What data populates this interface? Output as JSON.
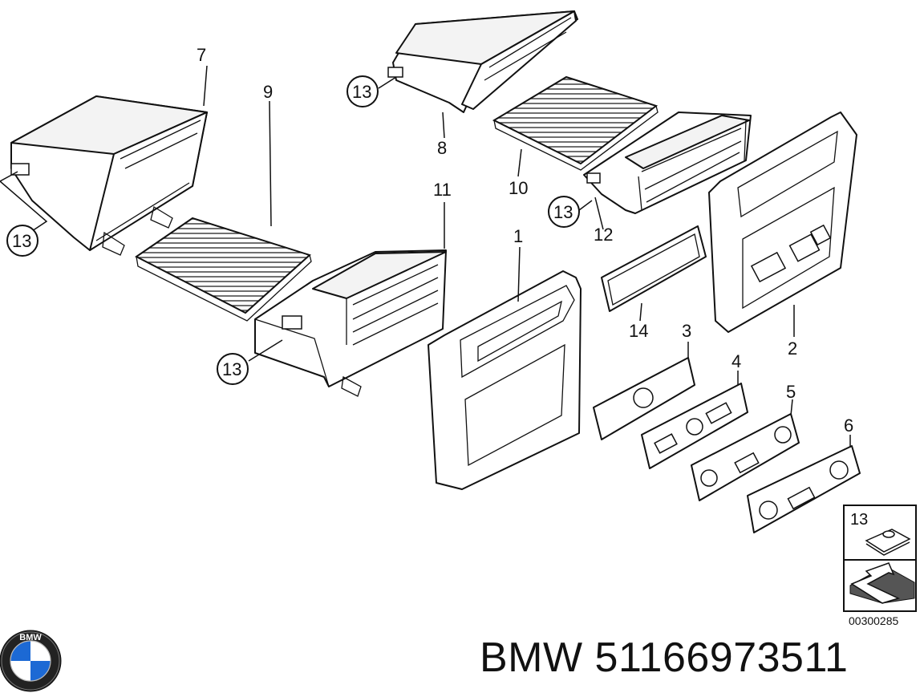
{
  "diagram": {
    "callouts": [
      {
        "id": "c7",
        "text": "7"
      },
      {
        "id": "c9",
        "text": "9"
      },
      {
        "id": "c8",
        "text": "8"
      },
      {
        "id": "c10",
        "text": "10"
      },
      {
        "id": "c11",
        "text": "11"
      },
      {
        "id": "c12",
        "text": "12"
      },
      {
        "id": "c1",
        "text": "1"
      },
      {
        "id": "c14",
        "text": "14"
      },
      {
        "id": "c3",
        "text": "3"
      },
      {
        "id": "c2",
        "text": "2"
      },
      {
        "id": "c4",
        "text": "4"
      },
      {
        "id": "c5",
        "text": "5"
      },
      {
        "id": "c6",
        "text": "6"
      }
    ],
    "circled_callout": "13",
    "legend_box_label": "13",
    "drawing_number": "00300285"
  },
  "footer": {
    "brand": "BMW",
    "part_number": "51166973511"
  },
  "logo": {
    "text": "BMW",
    "colors": {
      "blue": "#1c69d4",
      "white": "#ffffff",
      "ring": "#111111"
    }
  }
}
